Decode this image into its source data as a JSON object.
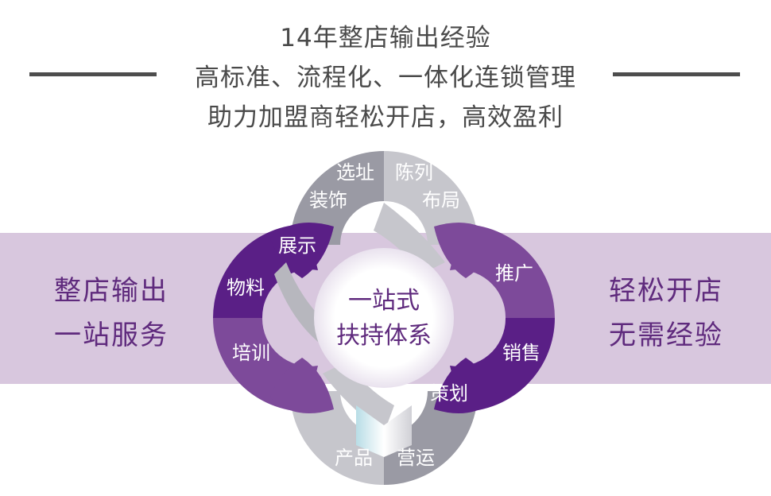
{
  "header": {
    "line1": "14年整店输出经验",
    "line2": "高标准、流程化、一体化连锁管理",
    "line3": "助力加盟商轻松开店，高效盈利"
  },
  "left_text": {
    "line1": "整店输出",
    "line2": "一站服务"
  },
  "right_text": {
    "line1": "轻松开店",
    "line2": "无需经验"
  },
  "center": {
    "line1": "一站式",
    "line2": "扶持体系"
  },
  "segments": {
    "xuanzhi": "选址",
    "zhuangshi": "装饰",
    "chenlie": "陈列",
    "buju": "布局",
    "zhanshi": "展示",
    "wuliao": "物料",
    "peixun": "培训",
    "tuiguang": "推广",
    "xiaoshou": "销售",
    "cehua": "策划",
    "chanpin": "产品",
    "yingyun": "营运"
  },
  "colors": {
    "purple_dark": "#5a1f86",
    "purple_mid": "#7d4a9a",
    "gray_dark": "#9a9aa4",
    "gray_light": "#c6c6cc",
    "band": "#d8c7de",
    "text_purple": "#5f2a7d",
    "header_text": "#4a4a4a"
  }
}
